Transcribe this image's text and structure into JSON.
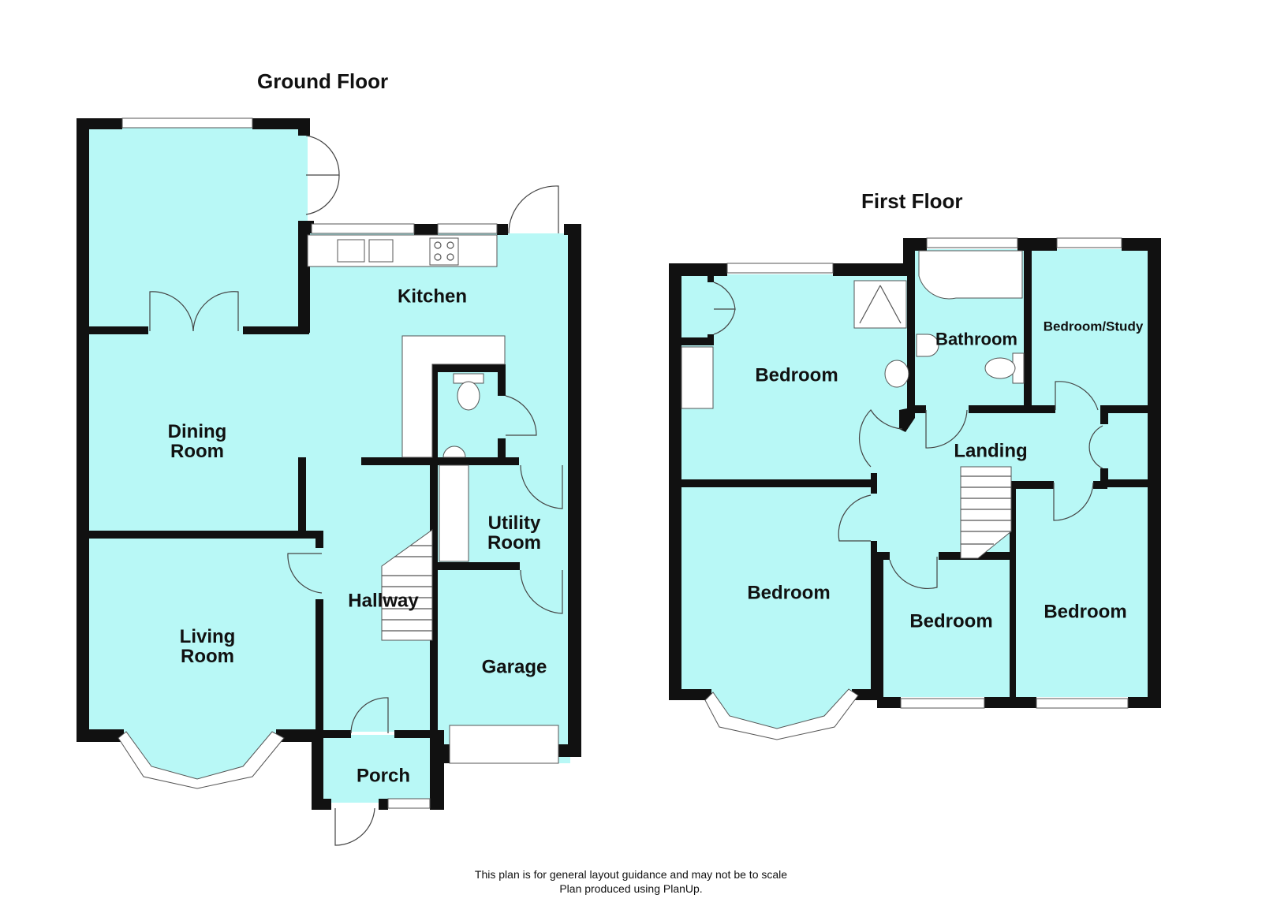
{
  "floors": {
    "ground": {
      "title": "Ground Floor",
      "rooms": {
        "kitchen": "Kitchen",
        "dining_line1": "Dining",
        "dining_line2": "Room",
        "living_line1": "Living",
        "living_line2": "Room",
        "hallway": "Hallway",
        "utility_line1": "Utility",
        "utility_line2": "Room",
        "garage": "Garage",
        "porch": "Porch"
      }
    },
    "first": {
      "title": "First Floor",
      "rooms": {
        "bedroom_main": "Bedroom",
        "bathroom": "Bathroom",
        "bedroom_study": "Bedroom/Study",
        "landing": "Landing",
        "bedroom_front": "Bedroom",
        "bedroom_small": "Bedroom",
        "bedroom_right": "Bedroom"
      }
    }
  },
  "footer": {
    "line1": "This plan is for general layout guidance and may not be to scale",
    "line2": "Plan produced using PlanUp."
  },
  "colors": {
    "room_fill": "#b8f8f6",
    "wall": "#111111",
    "fitting": "#ffffff",
    "background": "#ffffff"
  }
}
